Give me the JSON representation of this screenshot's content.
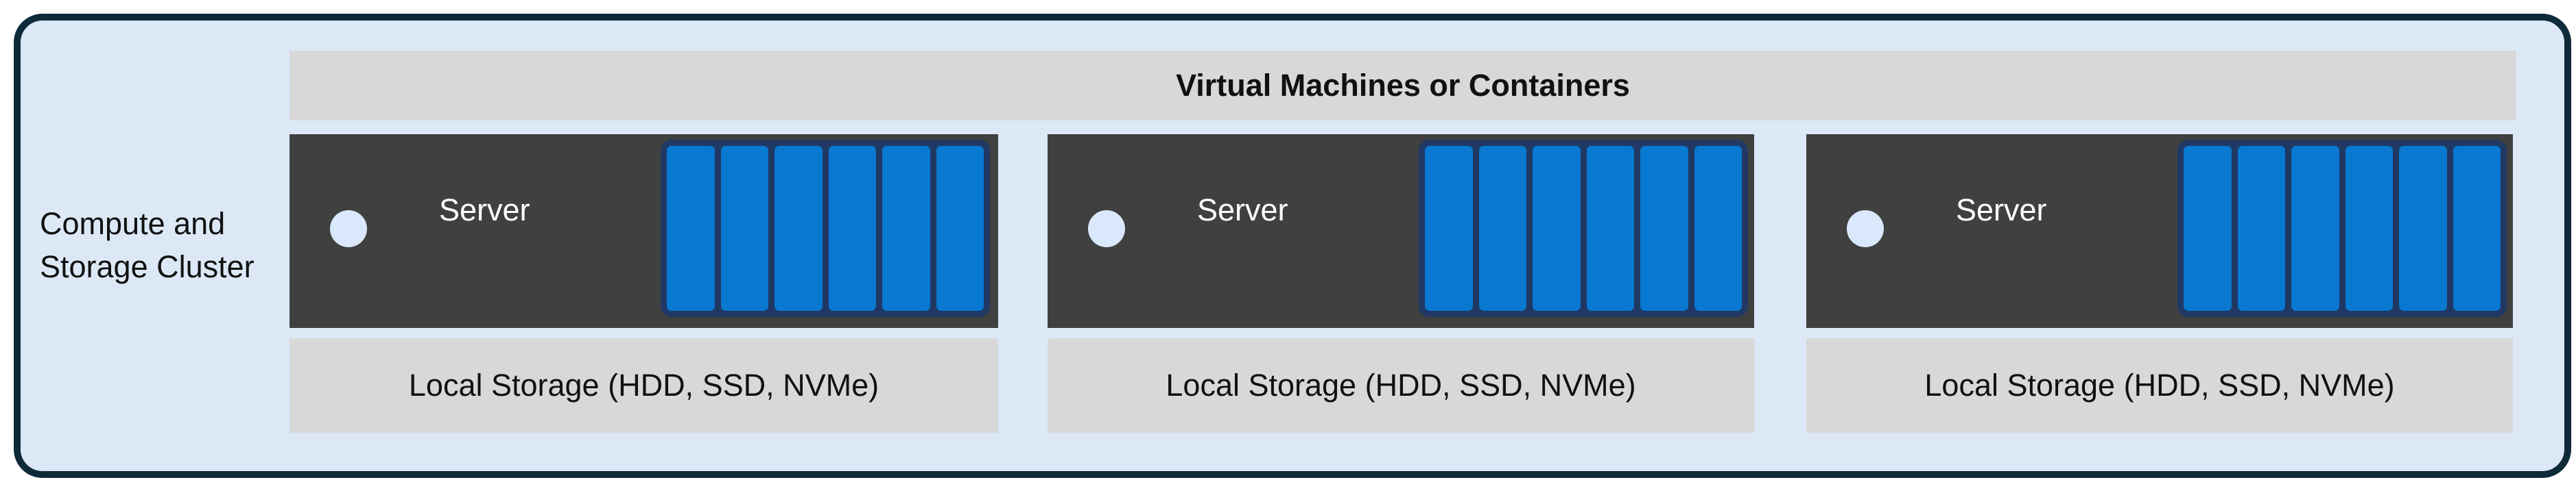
{
  "cluster": {
    "label": "Compute and\nStorage Cluster",
    "header": "Virtual Machines or Containers"
  },
  "servers": [
    {
      "name": "Server",
      "storage_label": "Local Storage (HDD, SSD, NVMe)",
      "drive_count": 6
    },
    {
      "name": "Server",
      "storage_label": "Local Storage (HDD, SSD, NVMe)",
      "drive_count": 6
    },
    {
      "name": "Server",
      "storage_label": "Local Storage (HDD, SSD, NVMe)",
      "drive_count": 6
    }
  ],
  "colors": {
    "page_bg": "#ffffff",
    "box_bg": "#dce8f6",
    "box_border": "#0e2b3a",
    "bar_gray": "#d8d8d8",
    "server_bg": "#404040",
    "drive_blue": "#0878d0",
    "drive_frame": "#203864",
    "led": "#d9e9fb",
    "text_dark": "#111111",
    "text_light": "#ffffff"
  }
}
